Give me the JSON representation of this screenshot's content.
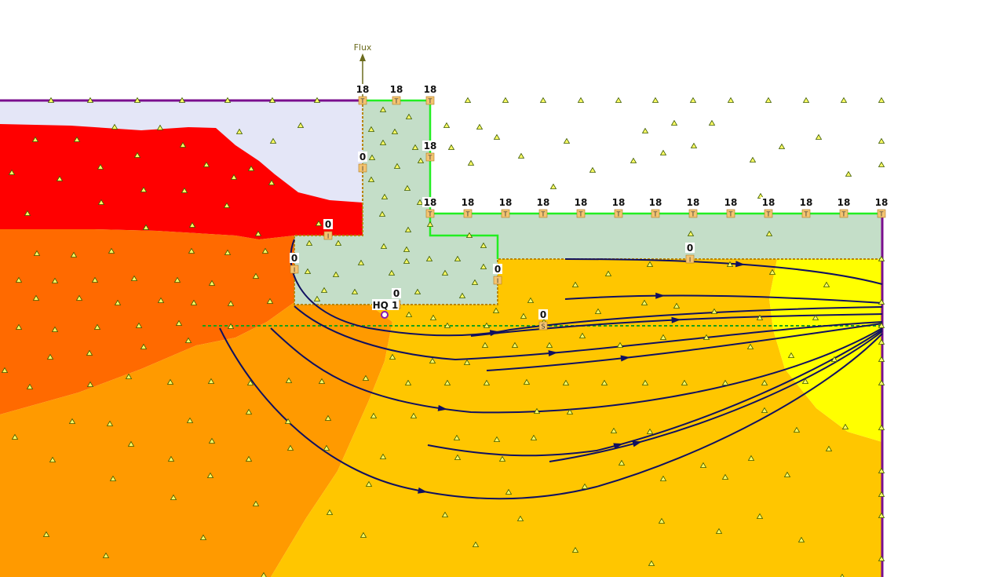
{
  "labels": {
    "flux": "Flux",
    "hq": "HQ 1"
  },
  "temp_markers": [
    {
      "value": "18",
      "type": "T"
    },
    {
      "value": "18",
      "type": "T"
    },
    {
      "value": "18",
      "type": "T"
    },
    {
      "value": "18",
      "type": "T"
    },
    {
      "value": "18",
      "type": "T"
    },
    {
      "value": "18",
      "type": "T"
    },
    {
      "value": "18",
      "type": "T"
    },
    {
      "value": "18",
      "type": "T"
    },
    {
      "value": "18",
      "type": "T"
    },
    {
      "value": "18",
      "type": "T"
    },
    {
      "value": "18",
      "type": "T"
    },
    {
      "value": "18",
      "type": "T"
    },
    {
      "value": "18",
      "type": "T"
    },
    {
      "value": "18",
      "type": "T"
    },
    {
      "value": "18",
      "type": "T"
    },
    {
      "value": "18",
      "type": "T"
    }
  ],
  "flux_markers": [
    {
      "value": "0",
      "type": "I"
    },
    {
      "value": "0",
      "type": "I"
    },
    {
      "value": "0",
      "type": "I"
    },
    {
      "value": "0",
      "type": "I"
    },
    {
      "value": "0",
      "type": "I"
    },
    {
      "value": "0",
      "type": "I"
    }
  ],
  "section_marker": {
    "value": "0",
    "type": "S"
  },
  "colors": {
    "sky": "#e4e6f7",
    "hot": "#ff0000",
    "warm1": "#ff6a00",
    "warm2": "#ff9a00",
    "warm3": "#ffc600",
    "cool": "#ffff00",
    "building": "#c4dec8",
    "boundary": "#7a0f8e",
    "temp_edge": "#22ee22",
    "flux_edge": "#b8860b",
    "flowline": "#101060"
  }
}
